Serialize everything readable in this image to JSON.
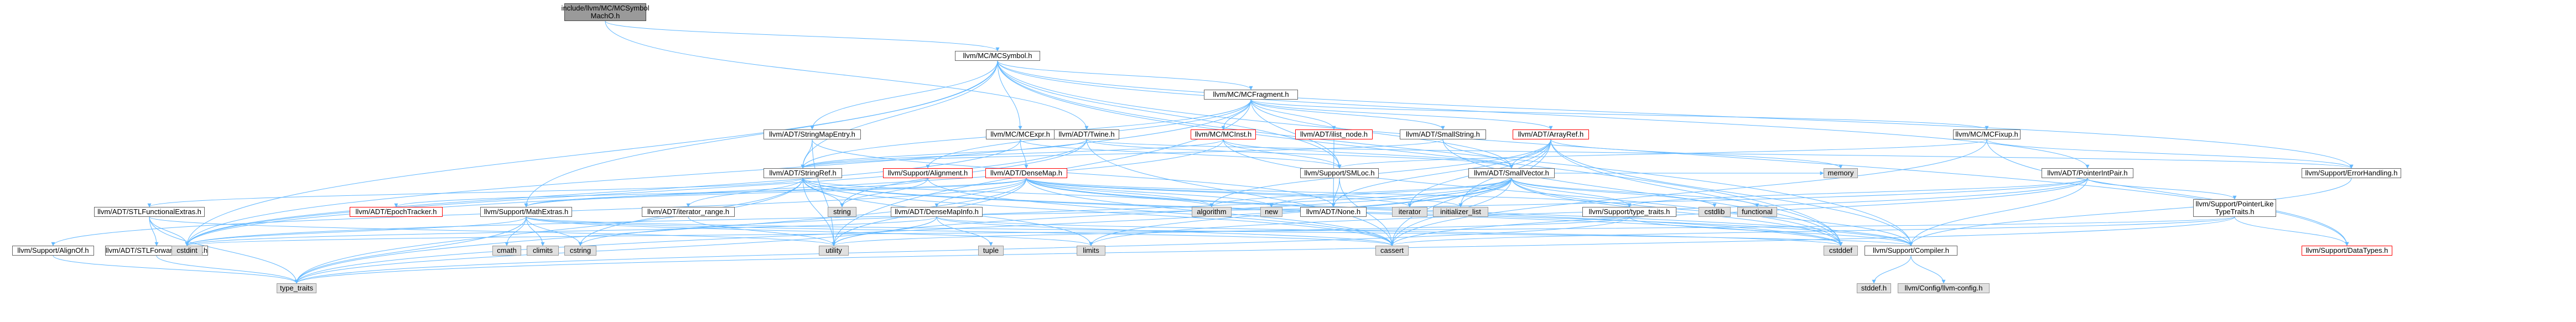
{
  "graph": {
    "nodes": [
      {
        "id": "root",
        "label": "include/llvm/MC/MCSymbol\nMachO.h",
        "kind": "root"
      },
      {
        "id": "mcsymbol",
        "label": "llvm/MC/MCSymbol.h",
        "kind": "doc"
      },
      {
        "id": "mcfragment",
        "label": "llvm/MC/MCFragment.h",
        "kind": "doc"
      },
      {
        "id": "stringmapentry",
        "label": "llvm/ADT/StringMapEntry.h",
        "kind": "doc"
      },
      {
        "id": "mcexpr",
        "label": "llvm/MC/MCExpr.h",
        "kind": "doc"
      },
      {
        "id": "twine",
        "label": "llvm/ADT/Twine.h",
        "kind": "doc"
      },
      {
        "id": "mcinst",
        "label": "llvm/MC/MCInst.h",
        "kind": "red"
      },
      {
        "id": "ilistnode",
        "label": "llvm/ADT/ilist_node.h",
        "kind": "red"
      },
      {
        "id": "smallstring",
        "label": "llvm/ADT/SmallString.h",
        "kind": "doc"
      },
      {
        "id": "arrayref",
        "label": "llvm/ADT/ArrayRef.h",
        "kind": "red"
      },
      {
        "id": "mcfixup",
        "label": "llvm/MC/MCFixup.h",
        "kind": "doc"
      },
      {
        "id": "stringref",
        "label": "llvm/ADT/StringRef.h",
        "kind": "doc"
      },
      {
        "id": "alignment",
        "label": "llvm/Support/Alignment.h",
        "kind": "red"
      },
      {
        "id": "densemap",
        "label": "llvm/ADT/DenseMap.h",
        "kind": "red"
      },
      {
        "id": "smloc",
        "label": "llvm/Support/SMLoc.h",
        "kind": "doc"
      },
      {
        "id": "smallvector",
        "label": "llvm/ADT/SmallVector.h",
        "kind": "doc"
      },
      {
        "id": "pointerintpair",
        "label": "llvm/ADT/PointerIntPair.h",
        "kind": "doc"
      },
      {
        "id": "errorhandling",
        "label": "llvm/Support/ErrorHandling.h",
        "kind": "doc"
      },
      {
        "id": "stlfunctionalextras",
        "label": "llvm/ADT/STLFunctionalExtras.h",
        "kind": "doc"
      },
      {
        "id": "epochtracker",
        "label": "llvm/ADT/EpochTracker.h",
        "kind": "red"
      },
      {
        "id": "mathextras",
        "label": "llvm/Support/MathExtras.h",
        "kind": "doc"
      },
      {
        "id": "iteratorrange",
        "label": "llvm/ADT/iterator_range.h",
        "kind": "doc"
      },
      {
        "id": "densemapinfo",
        "label": "llvm/ADT/DenseMapInfo.h",
        "kind": "doc"
      },
      {
        "id": "none",
        "label": "llvm/ADT/None.h",
        "kind": "doc"
      },
      {
        "id": "typetraits",
        "label": "llvm/Support/type_traits.h",
        "kind": "doc"
      },
      {
        "id": "pointerliketypetraits",
        "label": "llvm/Support/PointerLike\nTypeTraits.h",
        "kind": "doc"
      },
      {
        "id": "alignof",
        "label": "llvm/Support/AlignOf.h",
        "kind": "doc"
      },
      {
        "id": "stlforwardcompat",
        "label": "llvm/ADT/STLForwardCompat.h",
        "kind": "doc"
      },
      {
        "id": "compiler",
        "label": "llvm/Support/Compiler.h",
        "kind": "doc"
      },
      {
        "id": "datatypes",
        "label": "llvm/Support/DataTypes.h",
        "kind": "red"
      },
      {
        "id": "llvmconfig",
        "label": "llvm/Config/llvm-config.h",
        "kind": "sys"
      },
      {
        "id": "stddef",
        "label": "stddef.h",
        "kind": "sys"
      },
      {
        "id": "std_string",
        "label": "string",
        "kind": "sys"
      },
      {
        "id": "std_algorithm",
        "label": "algorithm",
        "kind": "sys"
      },
      {
        "id": "std_new",
        "label": "new",
        "kind": "sys"
      },
      {
        "id": "std_iterator",
        "label": "iterator",
        "kind": "sys"
      },
      {
        "id": "std_initializer_list",
        "label": "initializer_list",
        "kind": "sys"
      },
      {
        "id": "std_cstdlib",
        "label": "cstdlib",
        "kind": "sys"
      },
      {
        "id": "std_functional",
        "label": "functional",
        "kind": "sys"
      },
      {
        "id": "std_memory",
        "label": "memory",
        "kind": "sys"
      },
      {
        "id": "std_cstdint",
        "label": "cstdint",
        "kind": "sys"
      },
      {
        "id": "std_cmath",
        "label": "cmath",
        "kind": "sys"
      },
      {
        "id": "std_climits",
        "label": "climits",
        "kind": "sys"
      },
      {
        "id": "std_cstring",
        "label": "cstring",
        "kind": "sys"
      },
      {
        "id": "std_utility",
        "label": "utility",
        "kind": "sys"
      },
      {
        "id": "std_tuple",
        "label": "tuple",
        "kind": "sys"
      },
      {
        "id": "std_limits",
        "label": "limits",
        "kind": "sys"
      },
      {
        "id": "std_cassert",
        "label": "cassert",
        "kind": "sys"
      },
      {
        "id": "std_cstddef",
        "label": "cstddef",
        "kind": "sys"
      },
      {
        "id": "std_type_traits",
        "label": "type_traits",
        "kind": "sys"
      }
    ],
    "edges": [
      [
        "root",
        "mcsymbol"
      ],
      [
        "root",
        "twine"
      ],
      [
        "mcsymbol",
        "mcfragment"
      ],
      [
        "mcsymbol",
        "stringmapentry"
      ],
      [
        "mcsymbol",
        "mcexpr"
      ],
      [
        "mcsymbol",
        "pointerintpair"
      ],
      [
        "mcsymbol",
        "errorhandling"
      ],
      [
        "mcsymbol",
        "mathextras"
      ],
      [
        "mcsymbol",
        "stringref"
      ],
      [
        "mcsymbol",
        "smloc"
      ],
      [
        "mcsymbol",
        "std_cstdint"
      ],
      [
        "mcsymbol",
        "std_cstddef"
      ],
      [
        "mcsymbol",
        "compiler"
      ],
      [
        "mcsymbol",
        "datatypes"
      ],
      [
        "mcfragment",
        "mcinst"
      ],
      [
        "mcfragment",
        "ilistnode"
      ],
      [
        "mcfragment",
        "smallstring"
      ],
      [
        "mcfragment",
        "arrayref"
      ],
      [
        "mcfragment",
        "mcfixup"
      ],
      [
        "mcfragment",
        "stringref"
      ],
      [
        "mcfragment",
        "smallvector"
      ],
      [
        "mcfragment",
        "alignment"
      ],
      [
        "mcfragment",
        "smloc"
      ],
      [
        "mcfragment",
        "std_cstdint"
      ],
      [
        "mcfragment",
        "std_utility"
      ],
      [
        "stringmapentry",
        "stringref"
      ],
      [
        "stringmapentry",
        "none"
      ],
      [
        "stringmapentry",
        "std_utility"
      ],
      [
        "mcexpr",
        "densemap"
      ],
      [
        "mcexpr",
        "smloc"
      ],
      [
        "mcexpr",
        "std_cstdint"
      ],
      [
        "twine",
        "smallvector"
      ],
      [
        "twine",
        "stringref"
      ],
      [
        "twine",
        "errorhandling"
      ],
      [
        "twine",
        "std_cassert"
      ],
      [
        "twine",
        "std_cstdint"
      ],
      [
        "twine",
        "std_string"
      ],
      [
        "mcinst",
        "smallvector"
      ],
      [
        "mcinst",
        "stringref"
      ],
      [
        "mcinst",
        "smloc"
      ],
      [
        "mcinst",
        "std_cstddef"
      ],
      [
        "mcinst",
        "std_cstdint"
      ],
      [
        "ilistnode",
        "none"
      ],
      [
        "smallstring",
        "smallvector"
      ],
      [
        "smallstring",
        "stringref"
      ],
      [
        "smallstring",
        "std_cstddef"
      ],
      [
        "arrayref",
        "smallvector"
      ],
      [
        "arrayref",
        "std_algorithm"
      ],
      [
        "arrayref",
        "std_iterator"
      ],
      [
        "arrayref",
        "std_memory"
      ],
      [
        "arrayref",
        "compiler"
      ],
      [
        "arrayref",
        "std_cassert"
      ],
      [
        "arrayref",
        "std_initializer_list"
      ],
      [
        "arrayref",
        "std_cstddef"
      ],
      [
        "arrayref",
        "none"
      ],
      [
        "mcfixup",
        "smloc"
      ],
      [
        "mcfixup",
        "errorhandling"
      ],
      [
        "mcfixup",
        "datatypes"
      ],
      [
        "mcfixup",
        "std_cassert"
      ],
      [
        "stringref",
        "stlfunctionalextras"
      ],
      [
        "stringref",
        "iteratorrange"
      ],
      [
        "stringref",
        "compiler"
      ],
      [
        "stringref",
        "std_algorithm"
      ],
      [
        "stringref",
        "std_cassert"
      ],
      [
        "stringref",
        "std_cstddef"
      ],
      [
        "stringref",
        "std_cstring"
      ],
      [
        "stringref",
        "std_limits"
      ],
      [
        "stringref",
        "std_string"
      ],
      [
        "stringref",
        "std_type_traits"
      ],
      [
        "stringref",
        "std_utility"
      ],
      [
        "alignment",
        "mathextras"
      ],
      [
        "alignment",
        "std_cassert"
      ],
      [
        "alignment",
        "std_string"
      ],
      [
        "densemap",
        "densemapinfo"
      ],
      [
        "densemap",
        "epochtracker"
      ],
      [
        "densemap",
        "alignof"
      ],
      [
        "densemap",
        "compiler"
      ],
      [
        "densemap",
        "mathextras"
      ],
      [
        "densemap",
        "typetraits"
      ],
      [
        "densemap",
        "std_algorithm"
      ],
      [
        "densemap",
        "std_cassert"
      ],
      [
        "densemap",
        "std_cstddef"
      ],
      [
        "densemap",
        "std_initializer_list"
      ],
      [
        "densemap",
        "std_iterator"
      ],
      [
        "densemap",
        "std_new"
      ],
      [
        "densemap",
        "std_type_traits"
      ],
      [
        "densemap",
        "std_utility"
      ],
      [
        "smloc",
        "none"
      ],
      [
        "smloc",
        "std_cassert"
      ],
      [
        "smallvector",
        "compiler"
      ],
      [
        "smallvector",
        "typetraits"
      ],
      [
        "smallvector",
        "std_algorithm"
      ],
      [
        "smallvector",
        "std_cassert"
      ],
      [
        "smallvector",
        "std_cstddef"
      ],
      [
        "smallvector",
        "std_cstdlib"
      ],
      [
        "smallvector",
        "std_cstring"
      ],
      [
        "smallvector",
        "std_functional"
      ],
      [
        "smallvector",
        "std_initializer_list"
      ],
      [
        "smallvector",
        "std_iterator"
      ],
      [
        "smallvector",
        "std_limits"
      ],
      [
        "smallvector",
        "std_memory"
      ],
      [
        "smallvector",
        "std_new"
      ],
      [
        "smallvector",
        "std_type_traits"
      ],
      [
        "smallvector",
        "std_utility"
      ],
      [
        "pointerintpair",
        "compiler"
      ],
      [
        "pointerintpair",
        "pointerliketypetraits"
      ],
      [
        "pointerintpair",
        "typetraits"
      ],
      [
        "pointerintpair",
        "std_cassert"
      ],
      [
        "pointerintpair",
        "std_cstdint"
      ],
      [
        "pointerintpair",
        "std_limits"
      ],
      [
        "errorhandling",
        "compiler"
      ],
      [
        "stlfunctionalextras",
        "stlforwardcompat"
      ],
      [
        "stlfunctionalextras",
        "std_cstdint"
      ],
      [
        "stlfunctionalextras",
        "std_type_traits"
      ],
      [
        "stlfunctionalextras",
        "std_utility"
      ],
      [
        "mathextras",
        "compiler"
      ],
      [
        "mathextras",
        "std_cassert"
      ],
      [
        "mathextras",
        "std_climits"
      ],
      [
        "mathextras",
        "std_cmath"
      ],
      [
        "mathextras",
        "std_cstdint"
      ],
      [
        "mathextras",
        "std_cstring"
      ],
      [
        "mathextras",
        "std_limits"
      ],
      [
        "mathextras",
        "std_type_traits"
      ],
      [
        "iteratorrange",
        "std_utility"
      ],
      [
        "densemapinfo",
        "std_cassert"
      ],
      [
        "densemapinfo",
        "std_cstddef"
      ],
      [
        "densemapinfo",
        "std_cstdint"
      ],
      [
        "densemapinfo",
        "std_tuple"
      ],
      [
        "densemapinfo",
        "std_type_traits"
      ],
      [
        "densemapinfo",
        "std_utility"
      ],
      [
        "typetraits",
        "compiler"
      ],
      [
        "typetraits",
        "std_type_traits"
      ],
      [
        "typetraits",
        "std_utility"
      ],
      [
        "pointerliketypetraits",
        "datatypes"
      ],
      [
        "pointerliketypetraits",
        "std_cassert"
      ],
      [
        "pointerliketypetraits",
        "std_cstdint"
      ],
      [
        "pointerliketypetraits",
        "std_type_traits"
      ],
      [
        "alignof",
        "std_type_traits"
      ],
      [
        "stlforwardcompat",
        "std_type_traits"
      ],
      [
        "compiler",
        "llvmconfig"
      ],
      [
        "compiler",
        "stddef"
      ]
    ]
  }
}
